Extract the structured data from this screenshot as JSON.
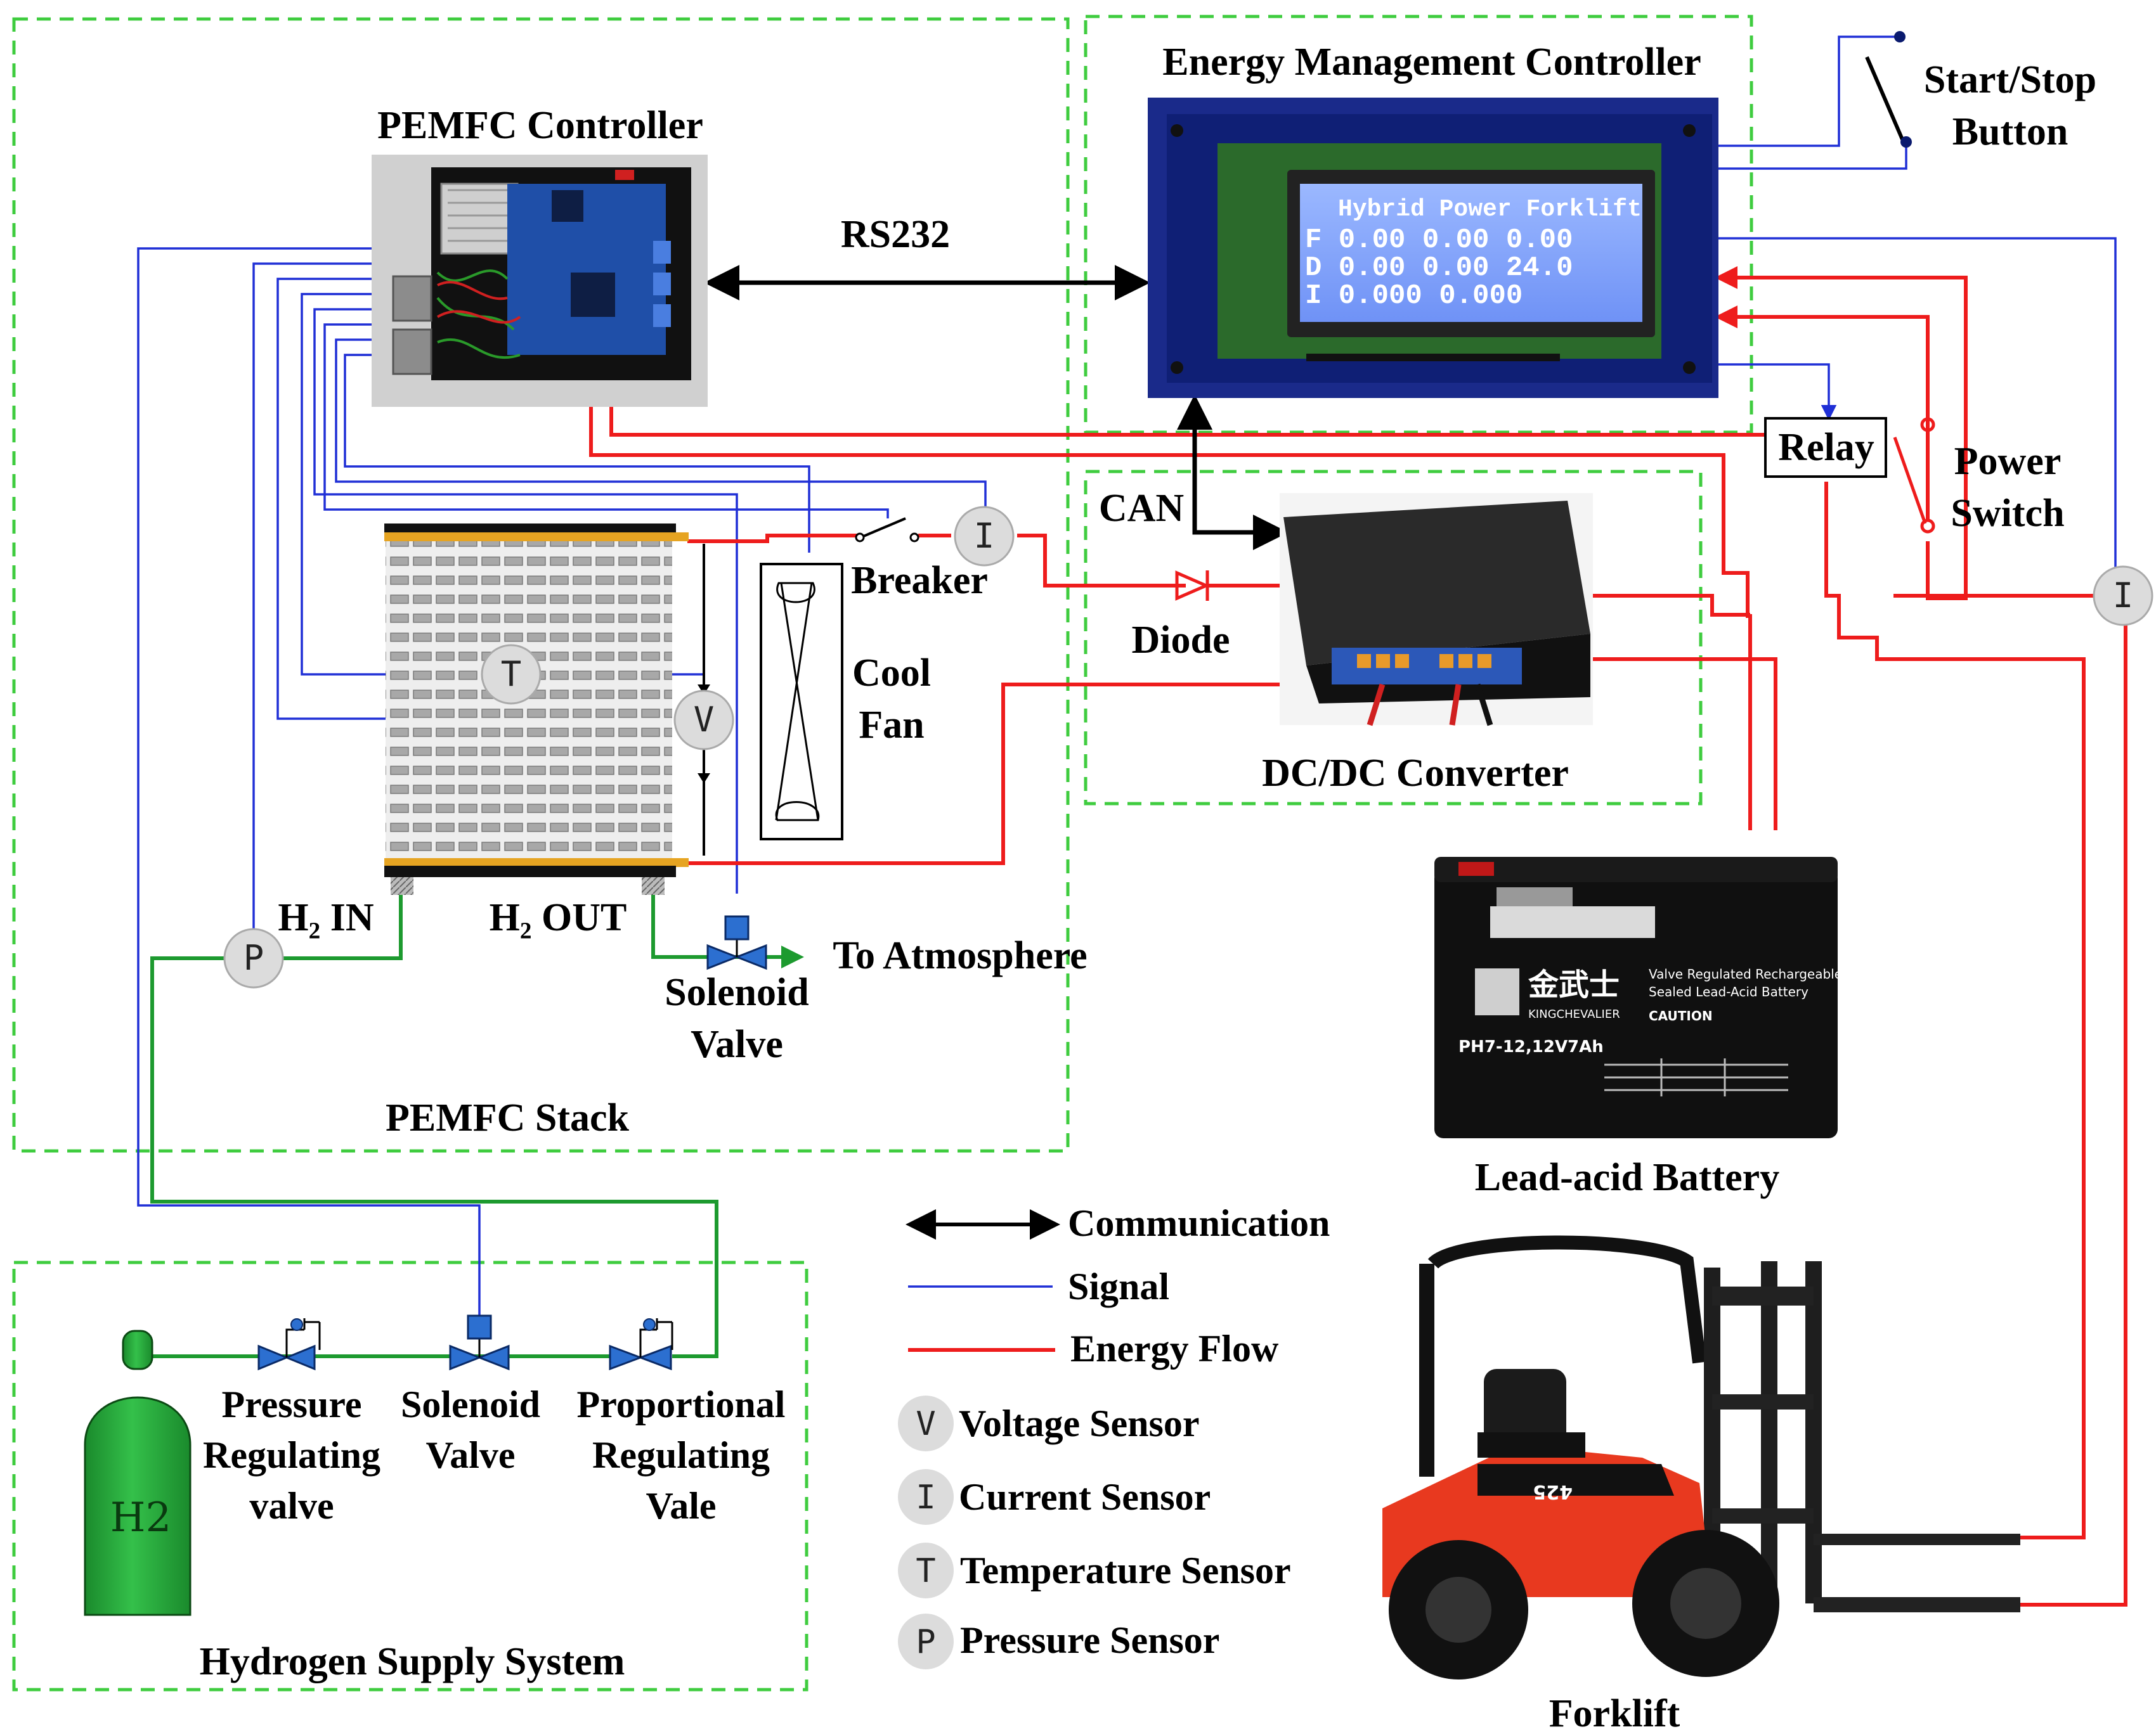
{
  "diagram": {
    "pemfc_controller": "PEMFC Controller",
    "energy_controller": "Energy Management Controller",
    "start_stop": [
      "Start/Stop",
      "Button"
    ],
    "rs232": "RS232",
    "can": "CAN",
    "relay": "Relay",
    "power_switch": [
      "Power",
      "Switch"
    ],
    "breaker": "Breaker",
    "cool_fan": [
      "Cool",
      "Fan"
    ],
    "diode": "Diode",
    "dcdc": "DC/DC Converter",
    "h2_in": "H₂ IN",
    "h2_out": "H₂ OUT",
    "to_atm": "To Atmosphere",
    "solenoid_stack": [
      "Solenoid",
      "Valve"
    ],
    "stack_title": "PEMFC Stack",
    "battery": "Lead-acid Battery",
    "forklift": "Forklift",
    "h2_supply": "Hydrogen Supply System",
    "cylinder": "H2",
    "pressure_valve": [
      "Pressure",
      "Regulating",
      "valve"
    ],
    "solenoid_supply": [
      "Solenoid",
      "Valve"
    ],
    "prop_valve": [
      "Proportional",
      "Regulating",
      "Vale"
    ]
  },
  "lcd": {
    "title": "Hybrid Power Forklift",
    "row1": "F 0.00 0.00 0.00",
    "row2": "D 0.00 0.00 24.0",
    "row3": "I  0.000    0.000"
  },
  "battery_label": {
    "brand": "金武士",
    "sub": "KINGCHEVALIER",
    "model": "PH7-12,12V7Ah",
    "spec": [
      "Valve Regulated Rechargeable",
      "Sealed Lead-Acid Battery"
    ],
    "caution": "CAUTION"
  },
  "forklift_badge": "425",
  "sensors": {
    "current": "I",
    "voltage": "V",
    "temperature": "T",
    "pressure": "P"
  },
  "legend": {
    "communication": "Communication",
    "signal": "Signal",
    "energy": "Energy Flow",
    "voltage": "Voltage Sensor",
    "current": "Current Sensor",
    "temperature": "Temperature Sensor",
    "pressure": "Pressure Sensor"
  },
  "colors": {
    "signal": "#1f2fd6",
    "energy": "#ee1c1c",
    "hydrogen": "#1d9a2f",
    "boundary": "#3fcc3f",
    "sensor": "#dcdcdc",
    "lcd": "#7aa4ff",
    "forklift": "#e8391f"
  }
}
